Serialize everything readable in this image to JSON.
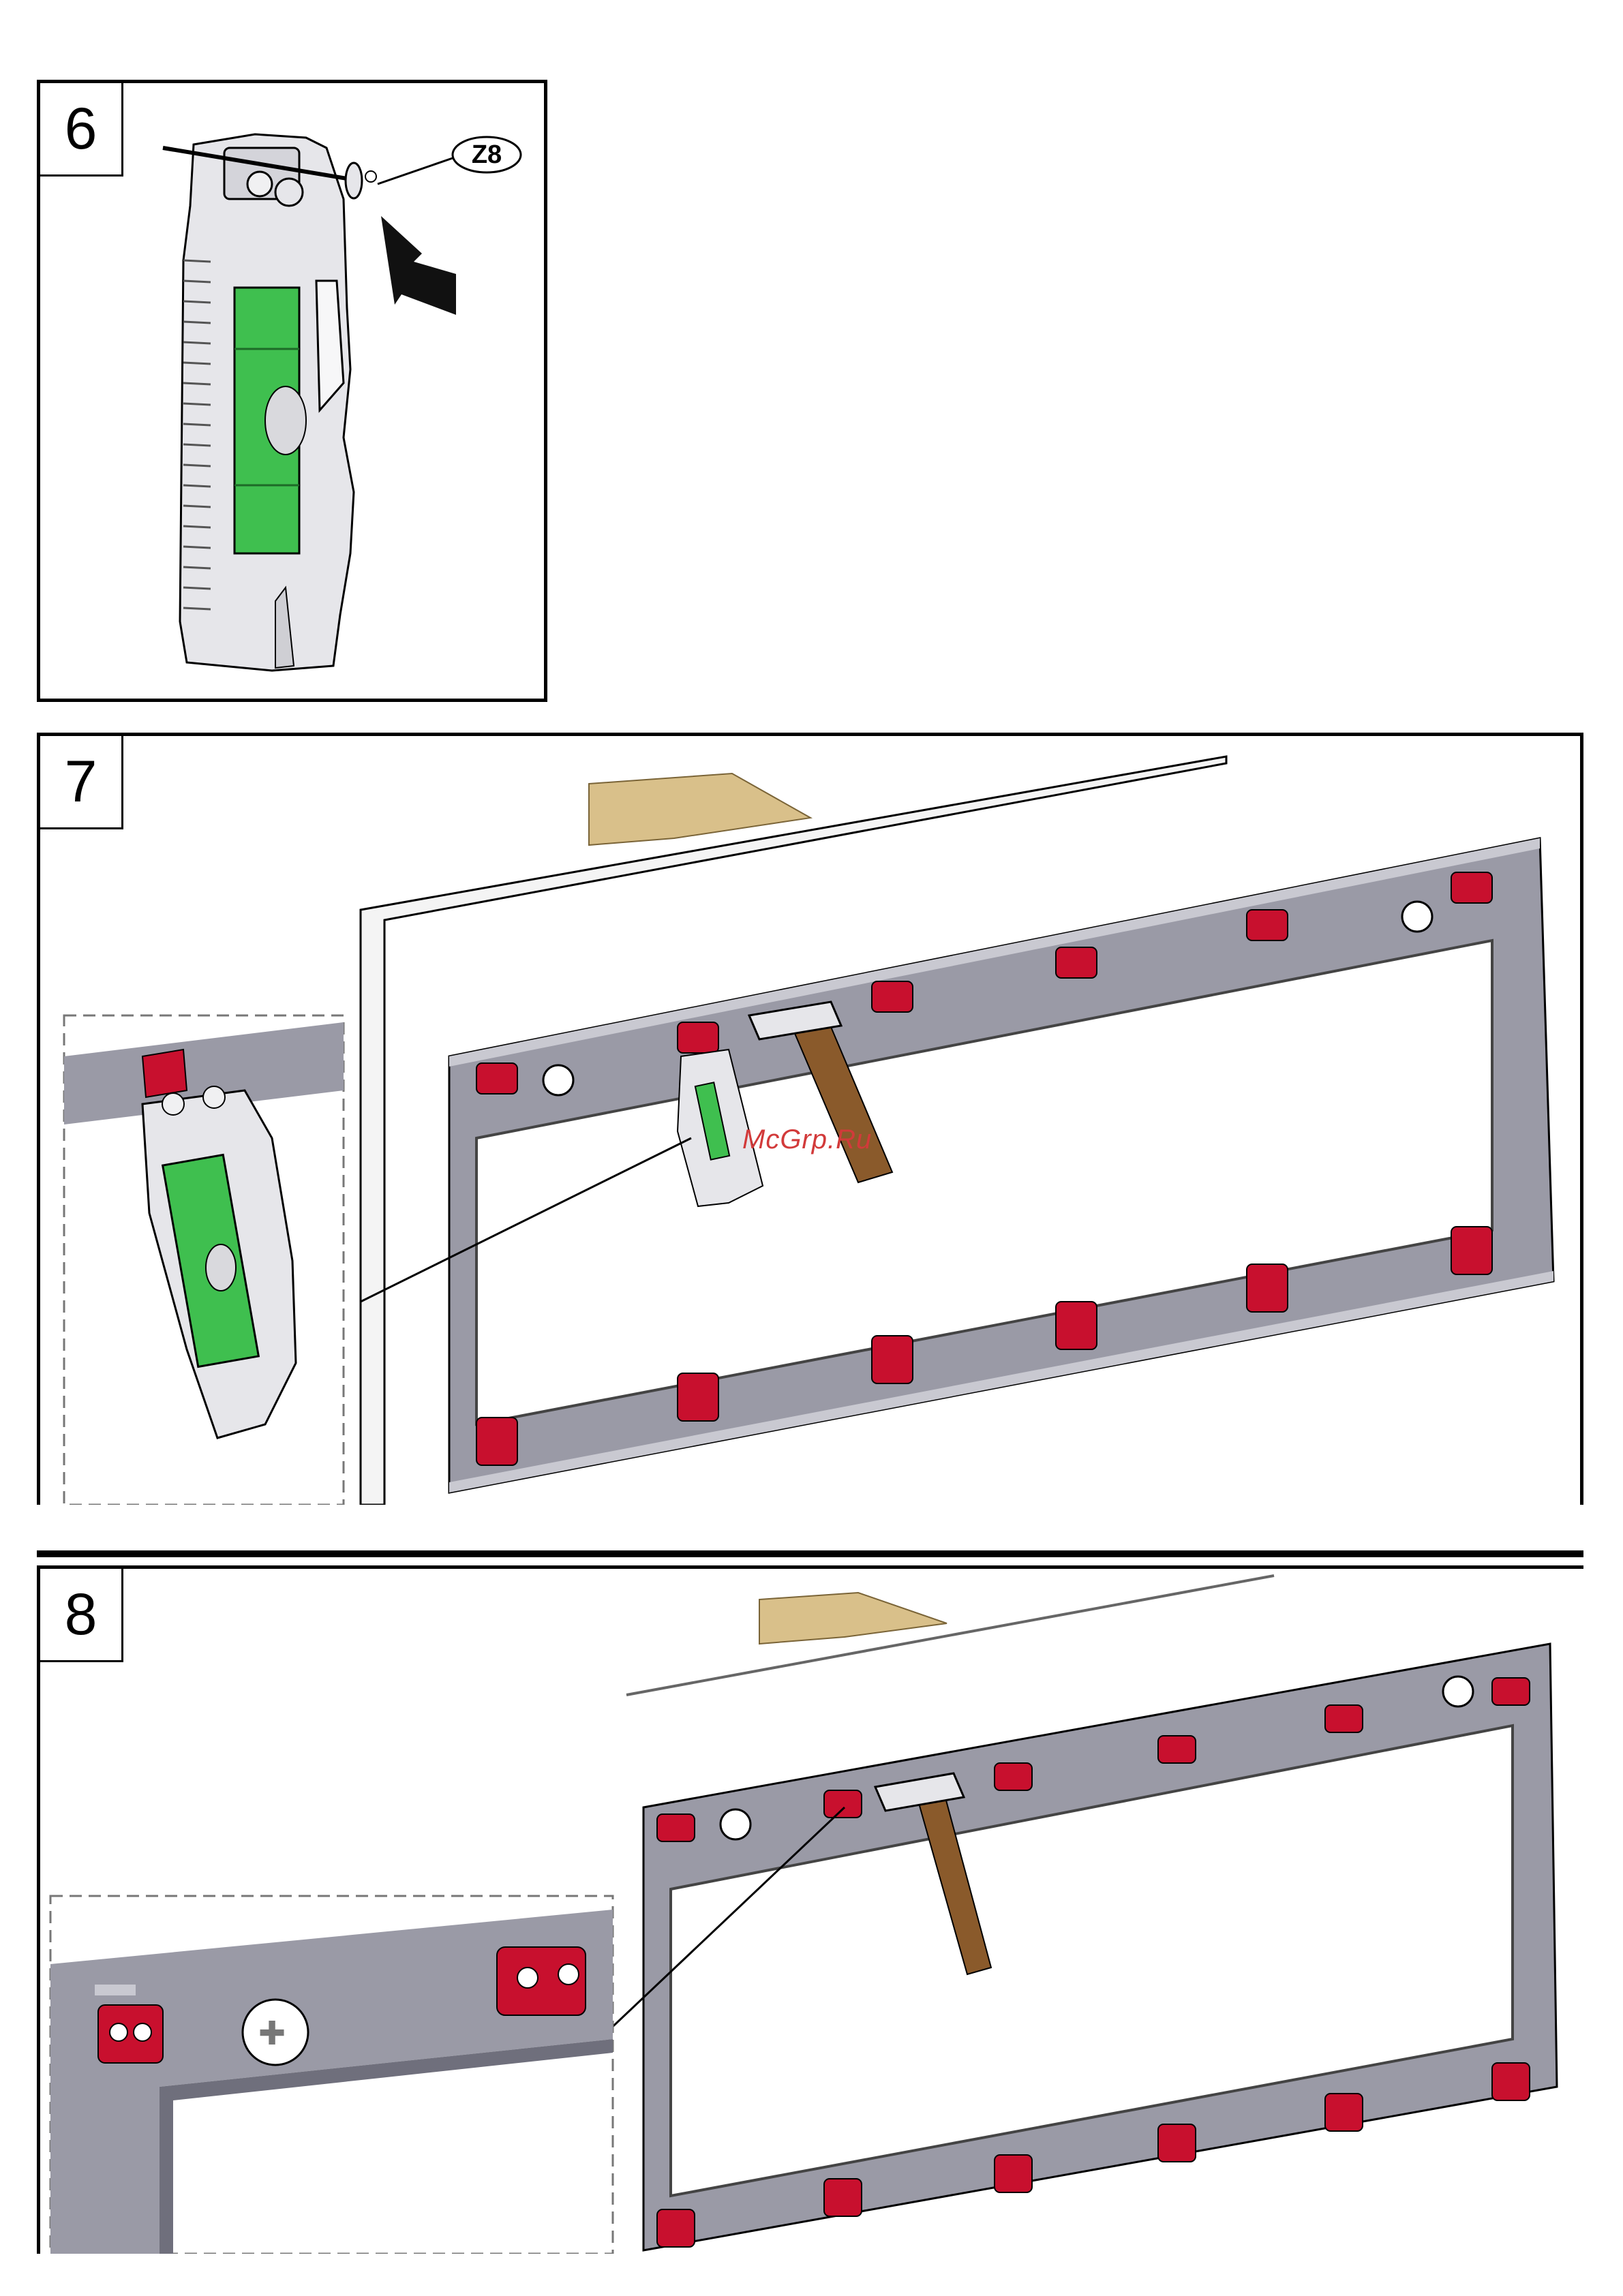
{
  "steps": [
    {
      "number": "6",
      "part_label": "Z8"
    },
    {
      "number": "7"
    },
    {
      "number": "8"
    }
  ],
  "watermark": "McGrp.Ru",
  "colors": {
    "frame": "#9a9aa6",
    "frame_dark": "#6f6f7c",
    "clip_red": "#c8102e",
    "level_green": "#3fbf4f",
    "wood": "#d9c08a",
    "hammer_handle": "#8a5a2b",
    "outline": "#000000"
  },
  "icons": [
    "nail-icon",
    "push-arrow-icon",
    "spirit-level-icon",
    "hammer-icon",
    "screw-icon",
    "leader-line-icon"
  ]
}
